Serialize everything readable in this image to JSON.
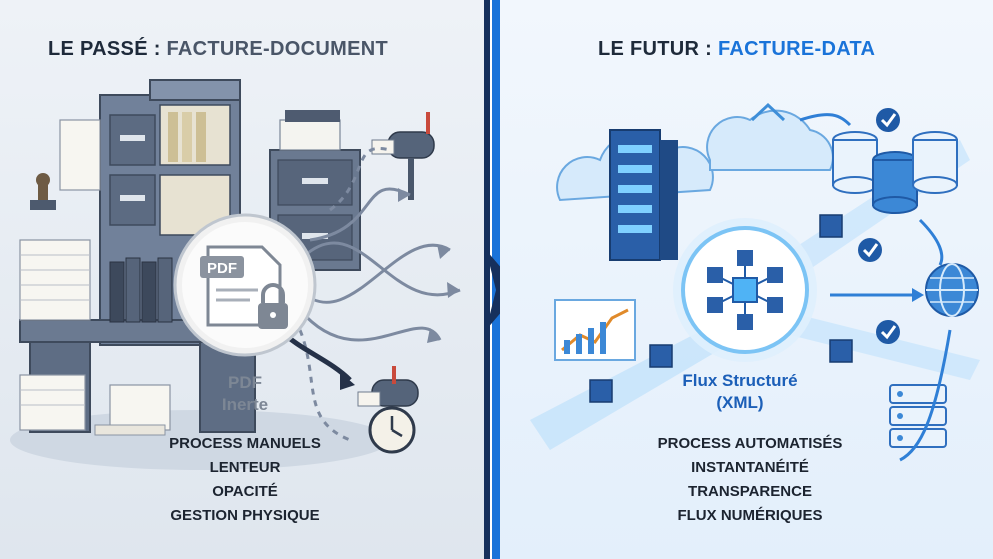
{
  "left": {
    "title_prefix": "LE PASSÉ : ",
    "title_highlight": "FACTURE-DOCUMENT",
    "icon_label": "PDF",
    "caption_line1": "PDF",
    "caption_line2": "Inerte",
    "items": [
      "PROCESS MANUELS",
      "LENTEUR",
      "OPACITÉ",
      "GESTION PHYSIQUE"
    ]
  },
  "right": {
    "title_prefix": "LE FUTUR : ",
    "title_highlight": "FACTURE-DATA",
    "caption_line1": "Flux Structuré",
    "caption_line2": "(XML)",
    "items": [
      "PROCESS AUTOMATISÉS",
      "INSTANTANÉITÉ",
      "TRANSPARENCE",
      "FLUX NUMÉRIQUES"
    ]
  },
  "colors": {
    "accent_blue": "#1a73d9",
    "divider_navy": "#16305c",
    "cabinet_grey": "#6d7c92",
    "glow_blue": "#4fb3f5"
  }
}
